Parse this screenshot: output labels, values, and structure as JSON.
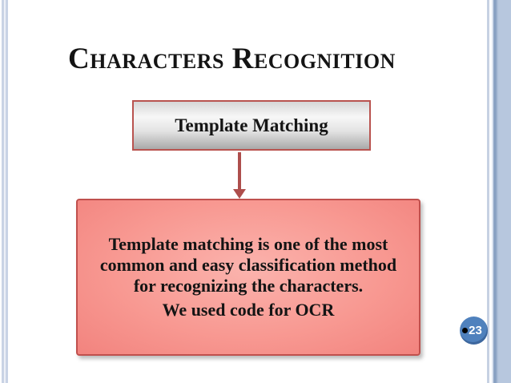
{
  "slide": {
    "title": "Characters Recognition",
    "flow_box": {
      "label": "Template Matching"
    },
    "description_box": {
      "lines": [
        "Template matching is one of the most",
        "common and easy classification method",
        "for recognizing the characters."
      ],
      "second_paragraph": "We used code for OCR"
    },
    "page_number": "23",
    "colors": {
      "accent_red_border": "#c0504d",
      "arrow_red": "#ae4e4c",
      "pink_fill": "#f58b85",
      "badge_blue": "#4f81bd",
      "edge_stripe_blue": "#b7c7de",
      "title_text": "#141414"
    }
  }
}
